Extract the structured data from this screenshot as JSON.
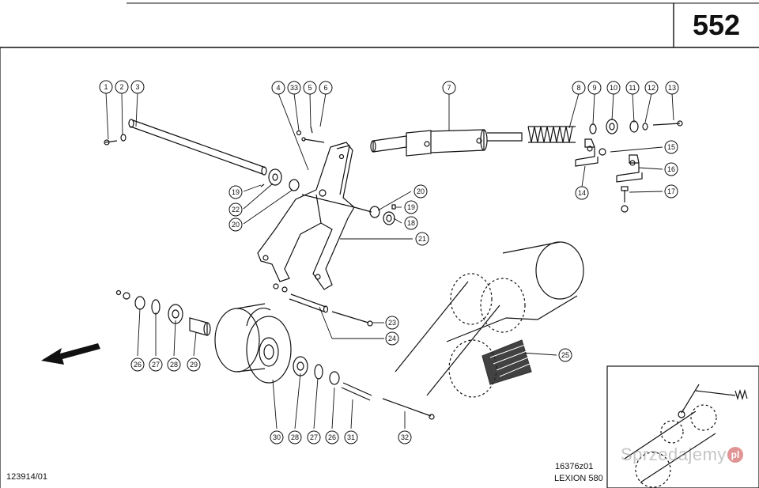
{
  "page_number": "552",
  "drawing_code_left": "123914/01",
  "drawing_code_right": "16376z01",
  "model": "LEXION 580",
  "watermark_text": "Sprzedajemy",
  "watermark_badge": "pl",
  "callouts": {
    "c1": "1",
    "c2": "2",
    "c3": "3",
    "c4": "4",
    "c33": "33",
    "c5": "5",
    "c6": "6",
    "c7": "7",
    "c8": "8",
    "c9": "9",
    "c10": "10",
    "c11": "11",
    "c12": "12",
    "c13": "13",
    "c15": "15",
    "c16": "16",
    "c14": "14",
    "c17": "17",
    "c19a": "19",
    "c22": "22",
    "c20a": "20",
    "c20b": "20",
    "c19b": "19",
    "c18": "18",
    "c21": "21",
    "c23": "23",
    "c24": "24",
    "c25": "25",
    "c26a": "26",
    "c27a": "27",
    "c28a": "28",
    "c29": "29",
    "c30": "30",
    "c28b": "28",
    "c27b": "27",
    "c26b": "26",
    "c31": "31",
    "c32": "32"
  }
}
